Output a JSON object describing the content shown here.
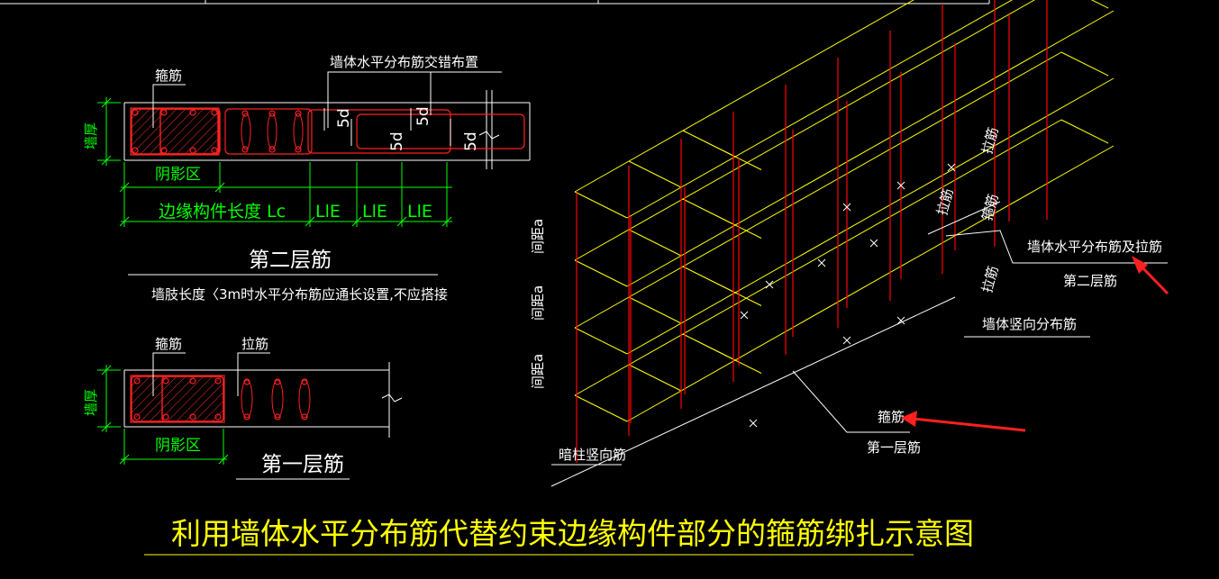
{
  "title": "利用墙体水平分布筋代替约束边缘构件部分的箍筋绑扎示意图",
  "layer2": {
    "label_stirrup": "箍筋",
    "label_stagger": "墙体水平分布筋交错布置",
    "label_wall_thickness": "墙厚",
    "label_shadow": "阴影区",
    "label_lc": "边缘构件长度 Lc",
    "lle_labels": [
      "LlE",
      "LlE",
      "LlE"
    ],
    "label_5d": [
      "5d",
      "5d",
      "5d",
      "5d"
    ],
    "title": "第二层筋",
    "note": "墙肢长度〈3m时水平分布筋应通长设置,不应搭接"
  },
  "layer1": {
    "label_stirrup": "箍筋",
    "label_tie": "拉筋",
    "label_wall_thickness": "墙厚",
    "label_shadow": "阴影区",
    "title": "第一层筋"
  },
  "iso": {
    "spacing_labels": [
      "间距a",
      "间距a",
      "间距a"
    ],
    "label_tie_top": "拉筋",
    "label_tie_mid": "拉筋",
    "label_stirrup_top": "箍筋",
    "label_horiz_and_tie": "墙体水平分布筋及拉筋",
    "label_layer2": "第二层筋",
    "label_tie_lower": "拉筋",
    "label_vertical_dist": "墙体竖向分布筋",
    "label_stirrup_bottom": "箍筋",
    "label_layer1": "第一层筋",
    "label_column_vertical": "暗柱竖向筋"
  },
  "colors": {
    "background": "#000000",
    "annotation": "#ffffff",
    "dimension": "#00ff00",
    "rebar": "#ff0000",
    "grid": "#ffff00",
    "title": "#ffff00",
    "arrow": "#ff2020"
  }
}
